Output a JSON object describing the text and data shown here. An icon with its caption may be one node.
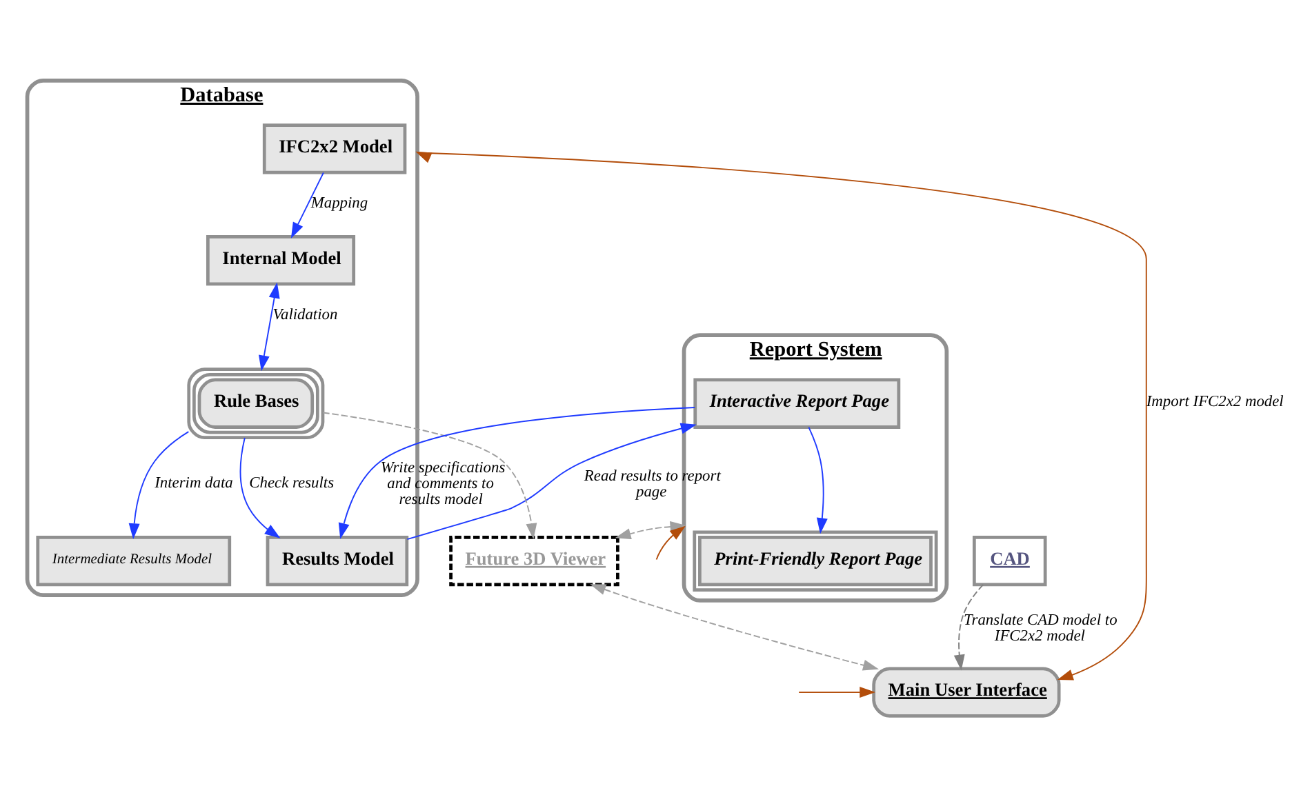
{
  "diagram": {
    "nodes": [
      {
        "text": [
          "Database"
        ]
      },
      {
        "text": [
          "IFC2x2 Model"
        ],
        "in": 0
      },
      {
        "text": [
          "Internal Model"
        ],
        "in": 0
      },
      {
        "text": [
          "Results Model"
        ],
        "in": 0
      },
      {
        "text": [
          "Rule Bases"
        ],
        "in": 0
      },
      {
        "text": [
          "Intermediate Results Model"
        ],
        "in": 0
      },
      {
        "text": [
          "Report System"
        ]
      },
      {
        "text": [
          "Interactive Report Page"
        ],
        "in": 6
      },
      {
        "text": [
          "Print-Friendly Report Page"
        ],
        "in": 6
      },
      {
        "text": [
          "Future 3D Viewer"
        ]
      },
      {
        "text": [
          "Main User Interface"
        ]
      },
      {
        "text": [
          "CAD"
        ]
      }
    ],
    "edges": [
      {
        "from": 1,
        "to": 2,
        "arrow": "to",
        "label": "Mapping"
      },
      {
        "from": 2,
        "to": 4,
        "arrow": "both",
        "label": "Validation"
      },
      {
        "from": 4,
        "to": 3,
        "arrow": "to",
        "label": "Check results"
      },
      {
        "from": 4,
        "to": 5,
        "arrow": "to",
        "label": "Interim data"
      },
      {
        "from": 3,
        "to": 7,
        "arrow": "to",
        "label": "Read results to report page"
      },
      {
        "from": 7,
        "to": 3,
        "arrow": "to",
        "label": "Write specifications and comments to results model"
      },
      {
        "from": 7,
        "to": 8,
        "arrow": "to"
      },
      {
        "from": 4,
        "to": 9,
        "arrow": "to",
        "style": "dashed",
        "color": "#a0a0a0"
      },
      {
        "from": 6,
        "to": 9,
        "arrow": "both",
        "style": "dashed",
        "color": "#a0a0a0"
      },
      {
        "from": 9,
        "to": 10,
        "arrow": "both",
        "style": "dashed",
        "color": "#a0a0a0"
      },
      {
        "from": 11,
        "to": 10,
        "arrow": "to",
        "style": "dashed",
        "color": "#808080",
        "label": "Translate CAD model to IFC2x2 model"
      },
      {
        "from": 10,
        "to": 0,
        "arrow": "both",
        "color": "#b34d0a",
        "label": "Import IFC2x2 model"
      },
      {
        "from": null,
        "to": 6,
        "arrow": "to",
        "color": "#b34d0a"
      },
      {
        "from": null,
        "to": 10,
        "arrow": "to",
        "color": "#b34d0a"
      }
    ]
  }
}
